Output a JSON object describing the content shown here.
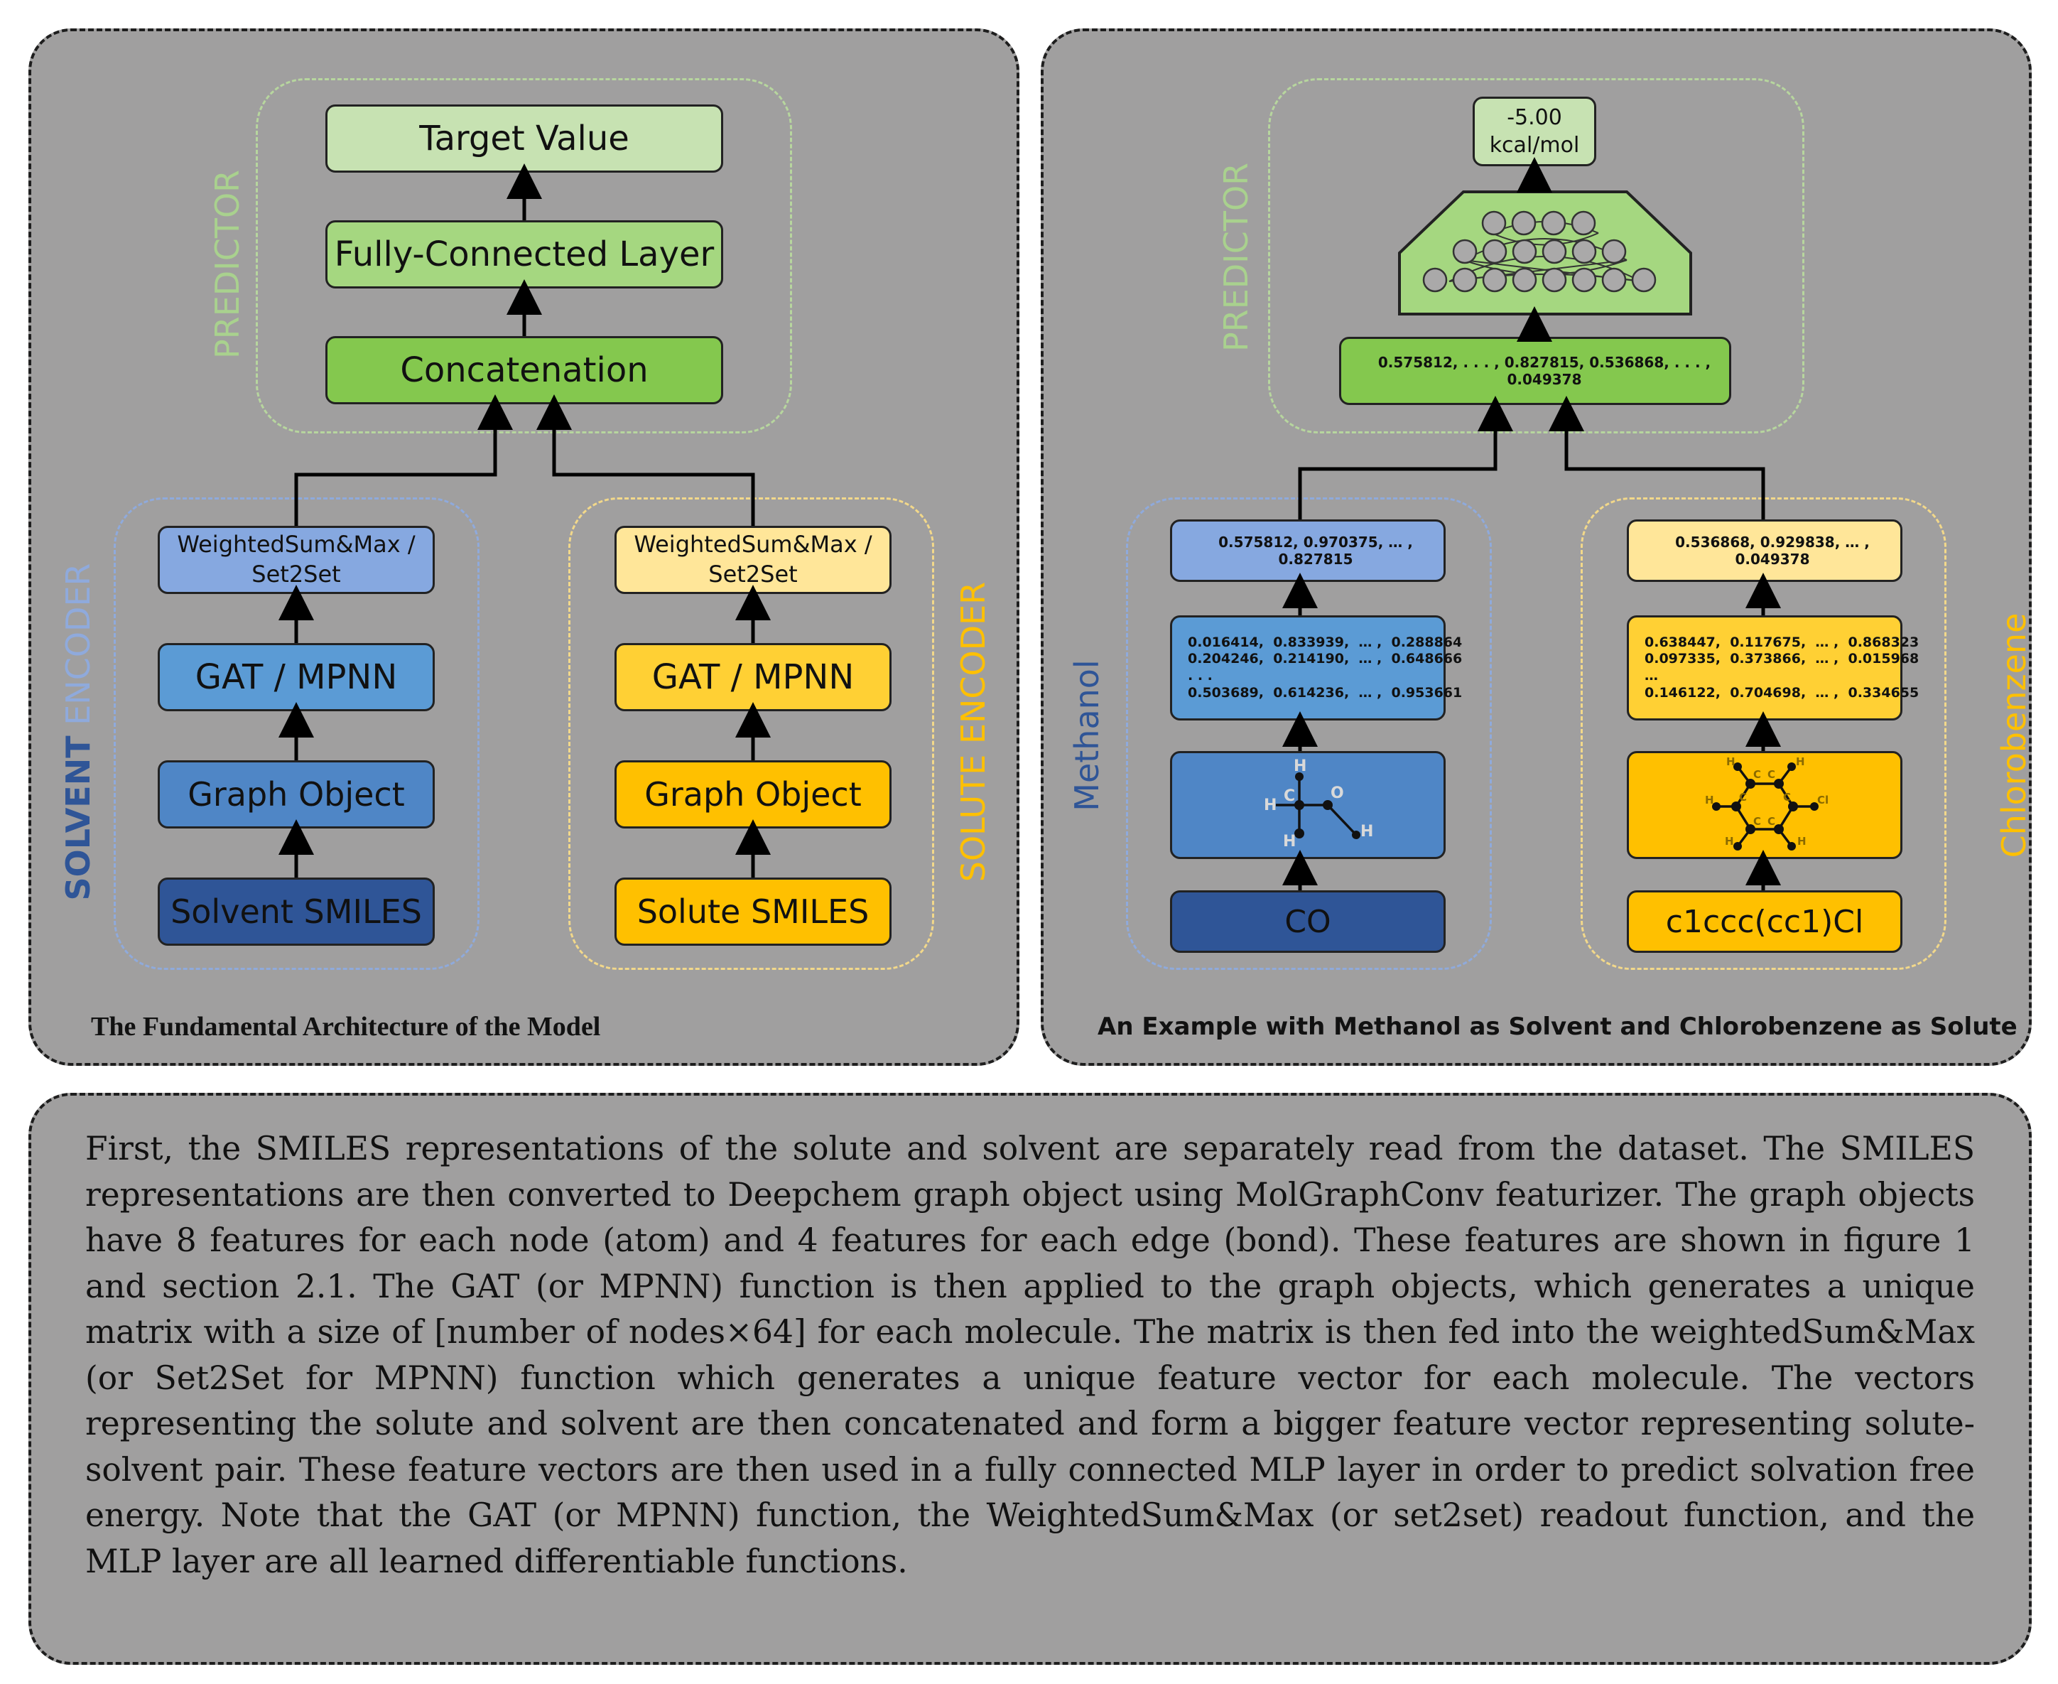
{
  "left_panel": {
    "caption": "The Fundamental Architecture of the Model",
    "predictor_label": "PREDICTOR",
    "solvent_label_1": "SOLVENT",
    "solvent_label_2": " ENCODER",
    "solute_label": "SOLUTE ENCODER",
    "target": "Target Value",
    "fc": "Fully-Connected Layer",
    "concat": "Concatenation",
    "solvent_readout": "WeightedSum&Max / Set2Set",
    "solvent_gnn": "GAT / MPNN",
    "solvent_graph": "Graph Object",
    "solvent_smiles": "Solvent SMILES",
    "solute_readout": "WeightedSum&Max / Set2Set",
    "solute_gnn": "GAT / MPNN",
    "solute_graph": "Graph Object",
    "solute_smiles": "Solute SMILES"
  },
  "right_panel": {
    "caption": "An Example with Methanol as Solvent and Chlorobenzene as Solute",
    "predictor_label": "PREDICTOR",
    "solvent_name": "Methanol",
    "solute_name": "Chlorobenzene",
    "result": "-5.00 kcal/mol",
    "concat_vector": "0.575812, . . . , 0.827815, 0.536868, . . . , 0.049378",
    "solvent_vector": "0.575812,  0.970375,  … ,  0.827815",
    "solvent_matrix": [
      "0.016414,  0.833939,  … ,  0.288864",
      "0.204246,  0.214190,  … ,  0.648666",
      ". . .",
      "0.503689,  0.614236,  … ,  0.953661"
    ],
    "solvent_smiles": "CO",
    "solute_vector": "0.536868, 0.929838,  … , 0.049378",
    "solute_matrix": [
      "0.638447,  0.117675,  … ,  0.868323",
      "0.097335,  0.373866,  … ,  0.015968",
      "…",
      "0.146122,  0.704698,  … ,  0.334655"
    ],
    "solute_smiles": "c1ccc(cc1)Cl",
    "methanol_atoms": [
      "H",
      "H",
      "C",
      "O",
      "H",
      "H"
    ],
    "benzene_atoms": [
      "H",
      "C",
      "C",
      "H",
      "H",
      "C",
      "C",
      "Cl",
      "C",
      "C",
      "H",
      "H"
    ]
  },
  "description": "First, the SMILES representations of the solute and solvent are separately read from the dataset.  The SMILES representations are then converted to Deepchem graph object using MolGraphConv featurizer. The graph objects have 8 features for each node (atom) and 4 features for each edge (bond).  These features are shown in figure 1 and section 2.1.  The GAT (or MPNN) function is then applied to the graph objects, which generates a unique matrix with a size of [number of nodes×64] for each molecule. The matrix is then fed into the weightedSum&Max (or Set2Set for MPNN) function which generates a unique feature vector for each molecule. The vectors representing the solute and solvent are then concatenated and form a bigger feature vector representing solute-solvent pair.  These feature vectors are then used in a fully connected MLP layer in order to predict solvation free energy.  Note that the GAT (or MPNN) function, the WeightedSum&Max (or set2set) readout function, and the MLP layer are all learned differentiable functions.",
  "colors": {
    "panel_bg": "#a09f9f",
    "predictor_light": "#c7e2b2",
    "predictor_mid": "#a5d780",
    "predictor_dark": "#84c84e",
    "solvent_light": "#86a8e0",
    "solvent_mid": "#5b9bd5",
    "solvent_dark": "#2f5597",
    "solute_light": "#ffe699",
    "solute_mid": "#ffc000",
    "solvent_label": "#2f5597",
    "solute_label": "#ffc000",
    "predictor_label": "#a9d18e"
  }
}
